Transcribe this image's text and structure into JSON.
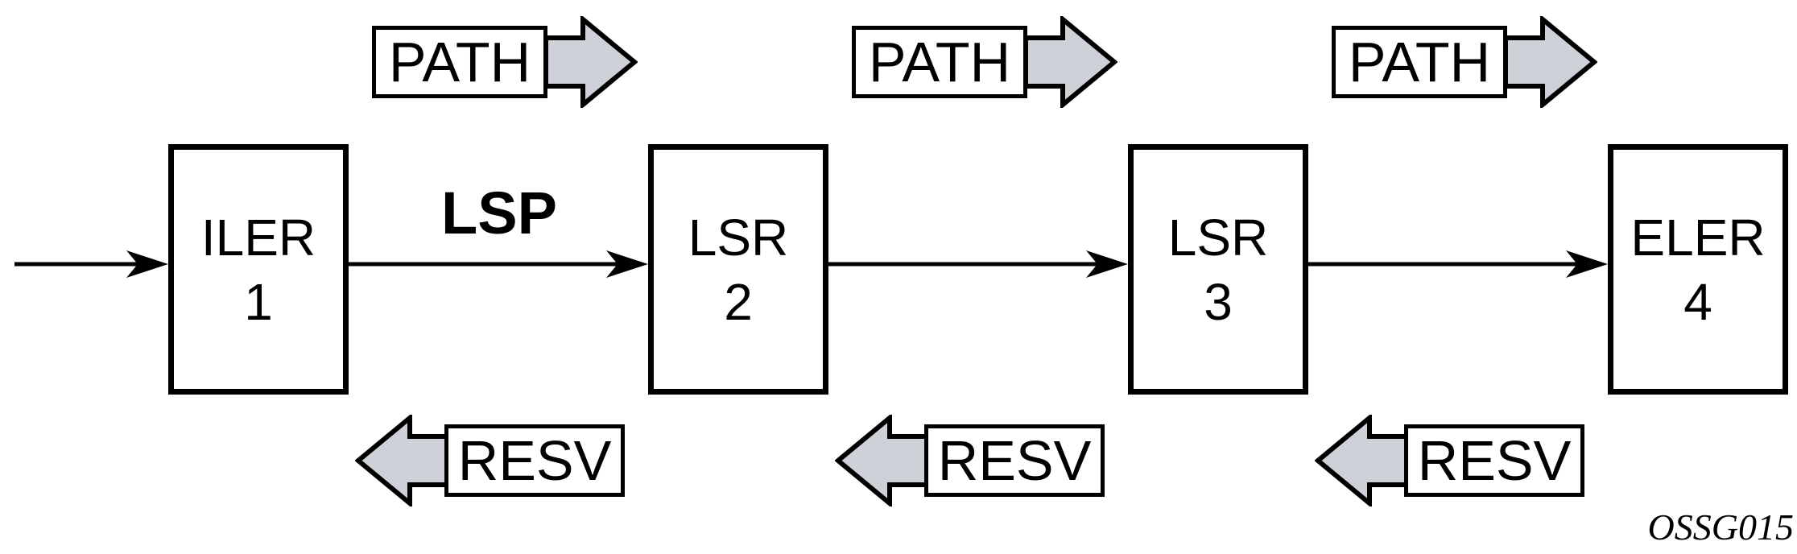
{
  "diagram": {
    "lsp_label": "LSP",
    "figure_code": "OSSG015",
    "nodes": [
      {
        "name": "ILER",
        "number": "1"
      },
      {
        "name": "LSR",
        "number": "2"
      },
      {
        "name": "LSR",
        "number": "3"
      },
      {
        "name": "ELER",
        "number": "4"
      }
    ],
    "path_messages": [
      {
        "label": "PATH"
      },
      {
        "label": "PATH"
      },
      {
        "label": "PATH"
      }
    ],
    "resv_messages": [
      {
        "label": "RESV"
      },
      {
        "label": "RESV"
      },
      {
        "label": "RESV"
      }
    ],
    "colors": {
      "line": "#000000",
      "block_arrow_fill": "#ced2d8",
      "background": "#ffffff",
      "box_fill": "#ffffff"
    }
  }
}
